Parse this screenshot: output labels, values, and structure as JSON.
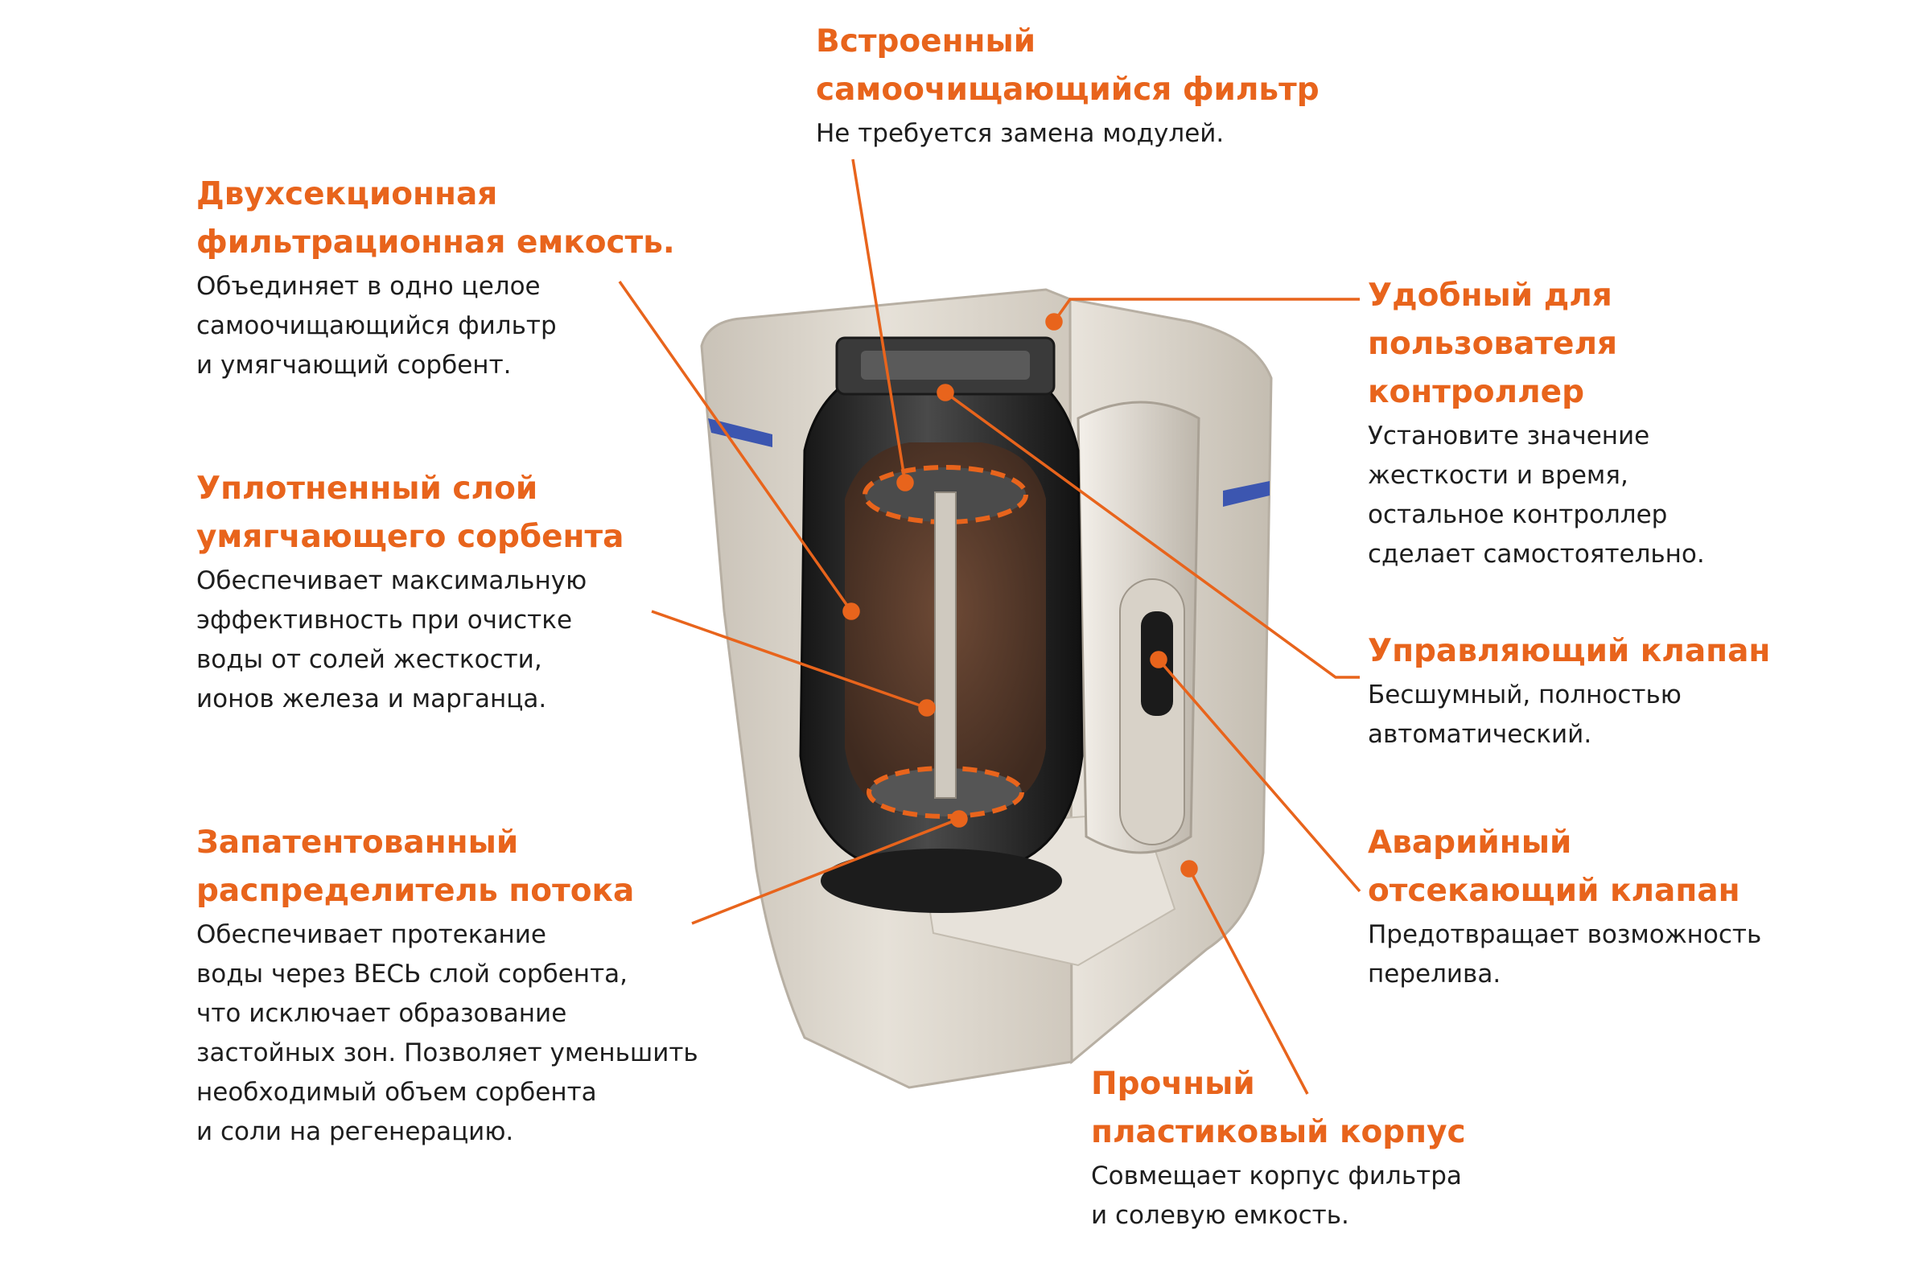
{
  "colors": {
    "accent": "#e8641c",
    "text": "#1e1e1e",
    "housing": "#d9d3c9",
    "stripe": "#3c56b0",
    "tank": "#2b2b2b",
    "sorbent": "#5a3d2e"
  },
  "callouts": {
    "filter": {
      "title": [
        "Встроенный",
        "самоочищающийся фильтр"
      ],
      "desc": [
        "Не требуется замена модулей."
      ]
    },
    "tank": {
      "title": [
        "Двухсекционная",
        "фильтрационная емкость."
      ],
      "desc": [
        "Объединяет в одно целое",
        "самоочищающийся фильтр",
        "и умягчающий сорбент."
      ]
    },
    "sorbent": {
      "title": [
        "Уплотненный слой",
        "умягчающего сорбента"
      ],
      "desc": [
        "Обеспечивает максимальную",
        "эффективность при очистке",
        "воды от солей жесткости,",
        "ионов железа и марганца."
      ]
    },
    "distributor": {
      "title": [
        "Запатентованный",
        "распределитель потока"
      ],
      "desc": [
        "Обеспечивает протекание",
        "воды через ВЕСЬ слой сорбента,",
        "что исключает образование",
        "застойных зон. Позволяет уменьшить",
        "необходимый объем сорбента",
        "и соли на регенерацию."
      ]
    },
    "controller": {
      "title": [
        "Удобный для",
        "пользователя",
        "контроллер"
      ],
      "desc": [
        "Установите значение",
        "жесткости и время,",
        "остальное контроллер",
        "сделает самостоятельно."
      ]
    },
    "valve": {
      "title": [
        "Управляющий клапан"
      ],
      "desc": [
        "Бесшумный, полностью",
        "автоматический."
      ]
    },
    "emergency": {
      "title": [
        "Аварийный",
        "отсекающий клапан"
      ],
      "desc": [
        "Предотвращает возможность",
        "перелива."
      ]
    },
    "body": {
      "title": [
        "Прочный",
        "пластиковый корпус"
      ],
      "desc": [
        "Совмещает корпус фильтра",
        "и солевую емкость."
      ]
    }
  }
}
